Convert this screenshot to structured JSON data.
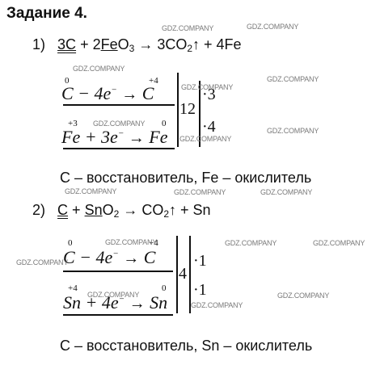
{
  "task": {
    "title": "Задание 4."
  },
  "reactions": [
    {
      "number": "1)",
      "equation": {
        "coef1": "3",
        "reducer_symbol": "C",
        "plus1": "+ 2",
        "oxidizer_symbol": "Fe",
        "oxidizer_tail": "O",
        "oxidizer_sub": "3",
        "arrow_to": "→ 3CO",
        "product_sub": "2",
        "product_tail": "↑ + 4Fe"
      },
      "half_reactions": [
        {
          "ox_left": "0",
          "ox_right": "+4",
          "text": "C − 4e",
          "charge": "−",
          "arrow": "→",
          "product": "C"
        },
        {
          "ox_left": "+3",
          "ox_right": "0",
          "text": "Fe + 3e",
          "charge": "−",
          "arrow": "→",
          "product": "Fe"
        }
      ],
      "lcm": "12",
      "factors": [
        "·3",
        "·4"
      ],
      "conclusion": "С – восстановитель, Fe – окислитель"
    },
    {
      "number": "2)",
      "equation": {
        "reducer_symbol": "C",
        "plus1": "+",
        "oxidizer_symbol": "Sn",
        "oxidizer_tail": "O",
        "oxidizer_sub": "2",
        "arrow_to": "→ CO",
        "product_sub": "2",
        "product_tail": "↑ + Sn"
      },
      "half_reactions": [
        {
          "ox_left": "0",
          "ox_right": "+4",
          "text": "C − 4e",
          "charge": "−",
          "arrow": "→",
          "product": "C"
        },
        {
          "ox_left": "+4",
          "ox_right": "0",
          "text": "Sn + 4e",
          "charge": "−",
          "arrow": "→",
          "product": "Sn"
        }
      ],
      "lcm": "4",
      "factors": [
        "·1",
        "·1"
      ],
      "conclusion": "С – восстановитель, Sn – окислитель"
    }
  ],
  "watermark": "GDZ.COMPANY"
}
